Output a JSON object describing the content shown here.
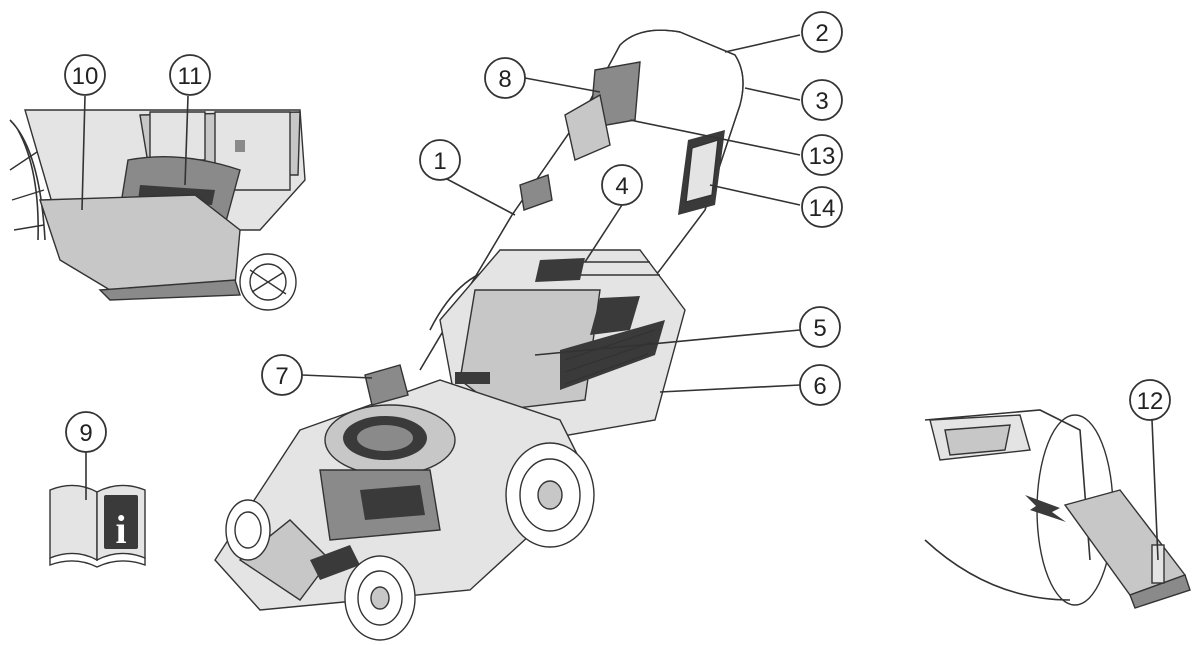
{
  "figure": {
    "callouts": [
      {
        "id": "c1",
        "number": "1"
      },
      {
        "id": "c2",
        "number": "2"
      },
      {
        "id": "c3",
        "number": "3"
      },
      {
        "id": "c4",
        "number": "4"
      },
      {
        "id": "c5",
        "number": "5"
      },
      {
        "id": "c6",
        "number": "6"
      },
      {
        "id": "c7",
        "number": "7"
      },
      {
        "id": "c8",
        "number": "8"
      },
      {
        "id": "c9",
        "number": "9"
      },
      {
        "id": "c10",
        "number": "10"
      },
      {
        "id": "c11",
        "number": "11"
      },
      {
        "id": "c12",
        "number": "12"
      },
      {
        "id": "c13",
        "number": "13"
      },
      {
        "id": "c14",
        "number": "14"
      }
    ],
    "manual_icon": "book-info-icon",
    "info_glyph": "i"
  }
}
